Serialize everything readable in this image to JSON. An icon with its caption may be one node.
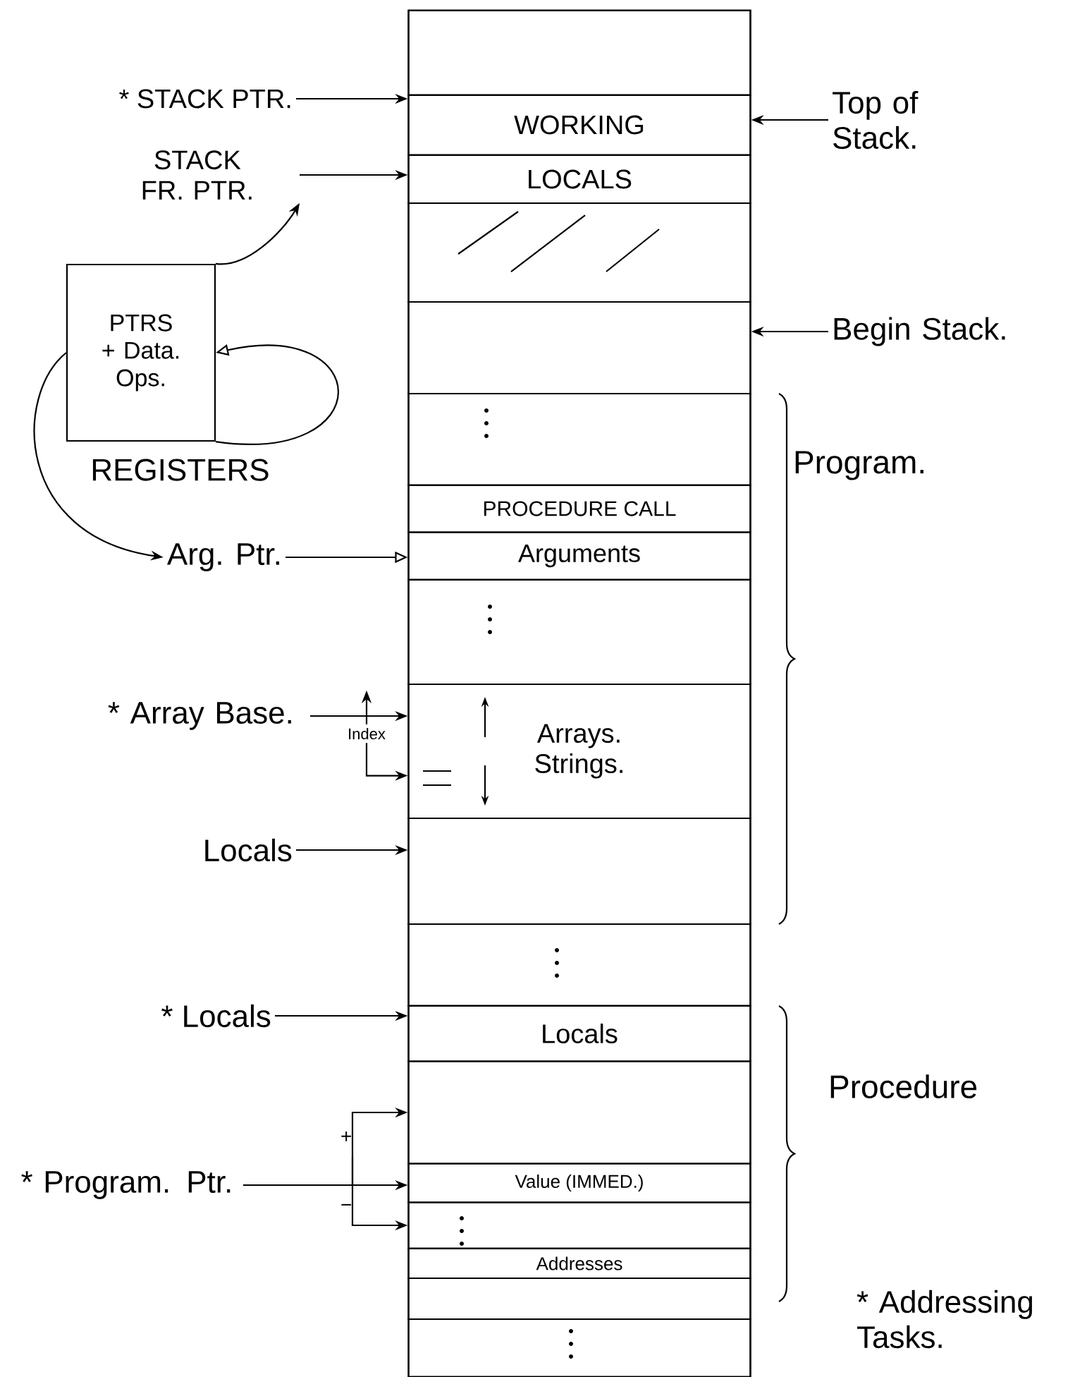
{
  "diagram": {
    "nodes": [
      {
        "text": [],
        "shape": "box"
      },
      {
        "text": [],
        "shape": "box",
        "in": 0
      },
      {
        "text": [
          "WORKING"
        ],
        "in": 0
      },
      {
        "text": [
          "LOCALS"
        ],
        "in": 0
      },
      {
        "text": [],
        "shape": "box",
        "in": 0
      },
      {
        "text": [],
        "shape": "box",
        "in": 0
      },
      {
        "text": [],
        "shape": "box",
        "in": 0
      },
      {
        "text": [
          "PROCEDURE CALL"
        ],
        "in": 0
      },
      {
        "text": [
          "Arguments"
        ],
        "in": 0
      },
      {
        "text": [],
        "shape": "box",
        "in": 0
      },
      {
        "text": [
          "Arrays. Strings."
        ],
        "in": 0
      },
      {
        "text": [],
        "shape": "box",
        "in": 0
      },
      {
        "text": [],
        "shape": "box",
        "in": 0
      },
      {
        "text": [
          "Locals"
        ],
        "in": 0
      },
      {
        "text": [],
        "shape": "box",
        "in": 0
      },
      {
        "text": [
          "Value (IMMED.)"
        ],
        "in": 0
      },
      {
        "text": [],
        "shape": "box",
        "in": 0
      },
      {
        "text": [
          "Addresses"
        ],
        "in": 0
      },
      {
        "text": [],
        "shape": "box",
        "in": 0
      },
      {
        "text": [],
        "shape": "box",
        "in": 0
      },
      {
        "text": [
          "* STACK PTR."
        ]
      },
      {
        "text": [
          "STACK FR. PTR."
        ]
      },
      {
        "text": [
          "PTRS + Data. Ops.",
          "REGISTERS"
        ]
      },
      {
        "text": [
          "Arg. Ptr."
        ]
      },
      {
        "text": [
          "* Array Base."
        ]
      },
      {
        "text": [
          "Index"
        ]
      },
      {
        "text": [
          "Locals"
        ]
      },
      {
        "text": [
          "* Locals"
        ]
      },
      {
        "text": [
          "* Program. Ptr."
        ]
      },
      {
        "text": [
          "Top of Stack."
        ]
      },
      {
        "text": [
          "Begin Stack."
        ]
      }
    ],
    "edges": [
      {
        "from": 20,
        "to": 2,
        "arrow": "to"
      },
      {
        "from": 21,
        "to": 3,
        "arrow": "to"
      },
      {
        "from": 22,
        "to": 21,
        "arrow": "to"
      },
      {
        "from": 22,
        "to": 22,
        "arrow": "to"
      },
      {
        "from": 22,
        "to": 23,
        "arrow": "to"
      },
      {
        "from": 23,
        "to": 8,
        "arrow": "to"
      },
      {
        "from": 24,
        "to": 10,
        "arrow": "to"
      },
      {
        "from": 25,
        "to": null,
        "arrow": "to"
      },
      {
        "from": 25,
        "to": 10,
        "arrow": "to"
      },
      {
        "from": 26,
        "to": 11,
        "arrow": "to"
      },
      {
        "from": 27,
        "to": 13,
        "arrow": "to"
      },
      {
        "from": 28,
        "to": 14,
        "arrow": "to"
      },
      {
        "from": 28,
        "to": 15,
        "arrow": "to"
      },
      {
        "from": 28,
        "to": 16,
        "arrow": "to"
      },
      {
        "from": 29,
        "to": 2,
        "arrow": "to"
      },
      {
        "from": 30,
        "to": 5,
        "arrow": "to"
      }
    ],
    "labels": [
      "Program.",
      "Procedure",
      "+",
      "−",
      "* Addressing Tasks."
    ]
  }
}
